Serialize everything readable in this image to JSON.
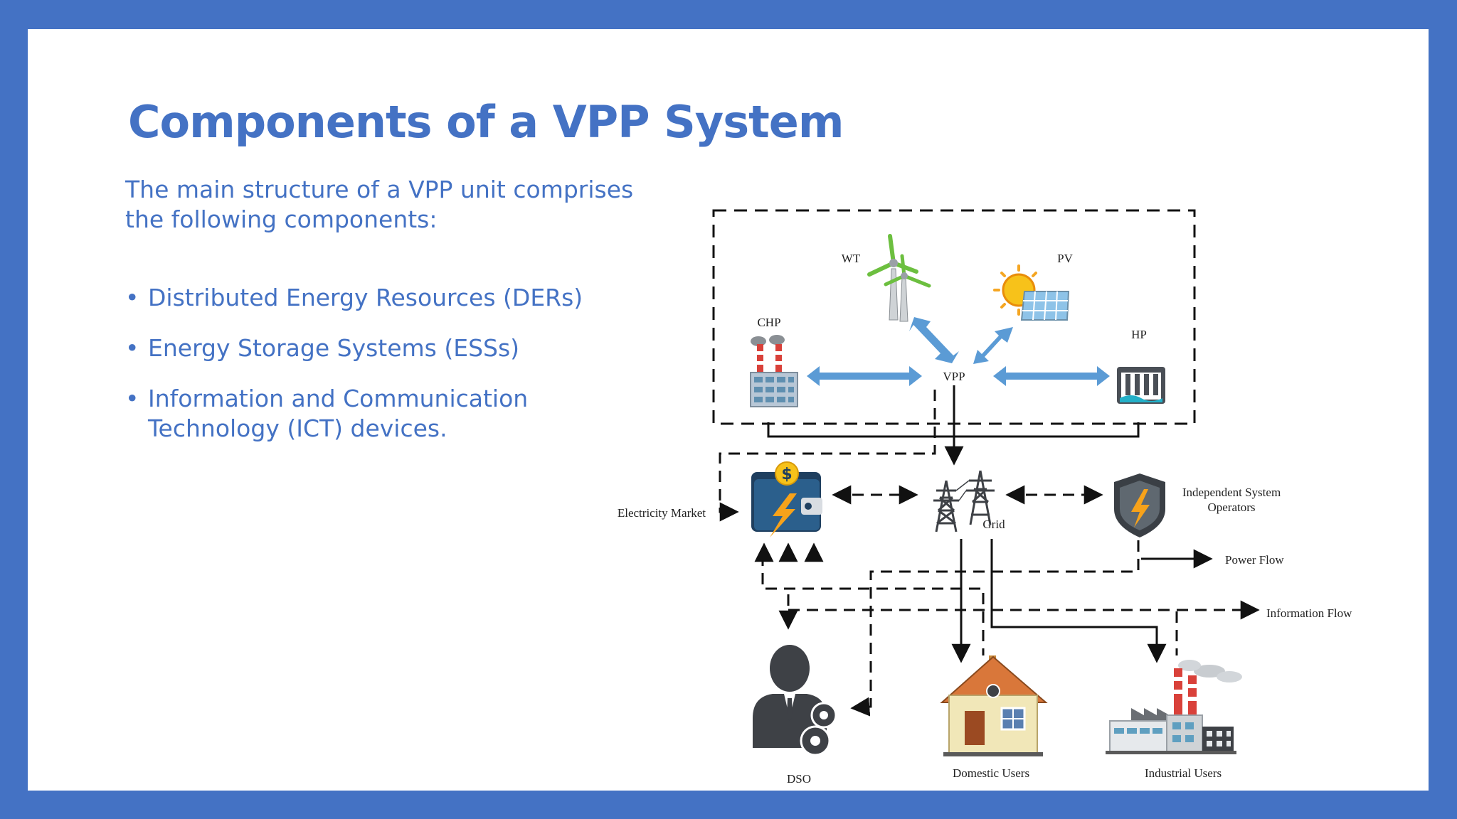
{
  "slide": {
    "title": "Components of a VPP System",
    "intro": "The main structure of a VPP unit comprises the following components:",
    "bullets": [
      "Distributed Energy Resources (DERs)",
      "Energy Storage Systems (ESSs)",
      "Information and Communication Technology (ICT) devices."
    ]
  },
  "diagram": {
    "labels": {
      "wt": "WT",
      "pv": "PV",
      "chp": "CHP",
      "hp": "HP",
      "vpp": "VPP",
      "electricity_market": "Electricity Market",
      "grid": "Grid",
      "iso_line1": "Independent System",
      "iso_line2": "Operators",
      "power_flow": "Power Flow",
      "information_flow": "Information Flow",
      "dso": "DSO",
      "domestic_users": "Domestic Users",
      "industrial_users": "Industrial Users",
      "currency_symbol": "$"
    }
  },
  "colors": {
    "accent": "#4472C4",
    "arrow_blue": "#5B9BD5"
  }
}
